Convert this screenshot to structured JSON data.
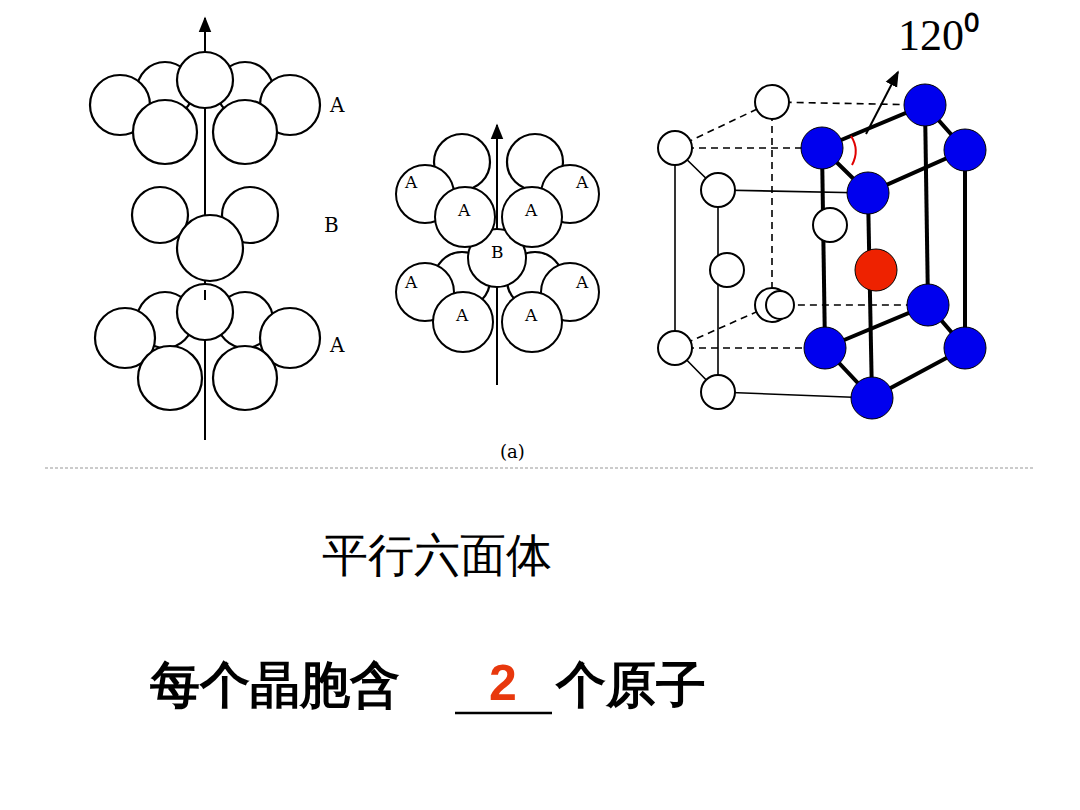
{
  "diagram": {
    "nodes": [
      {
        "text": [
          "A"
        ]
      },
      {
        "text": [
          "A"
        ]
      },
      {
        "text": [
          "A"
        ]
      },
      {
        "text": [
          "A"
        ]
      },
      {
        "text": [
          "B"
        ]
      },
      {
        "text": [
          "A"
        ]
      },
      {
        "text": [
          "A"
        ]
      },
      {
        "text": [
          "A"
        ]
      },
      {
        "text": [
          "A"
        ]
      }
    ],
    "labels": [
      "120⁰",
      "A",
      "B",
      "A",
      "(a)",
      "平行六面体",
      "每个晶胞含",
      "2",
      "个原子"
    ]
  }
}
